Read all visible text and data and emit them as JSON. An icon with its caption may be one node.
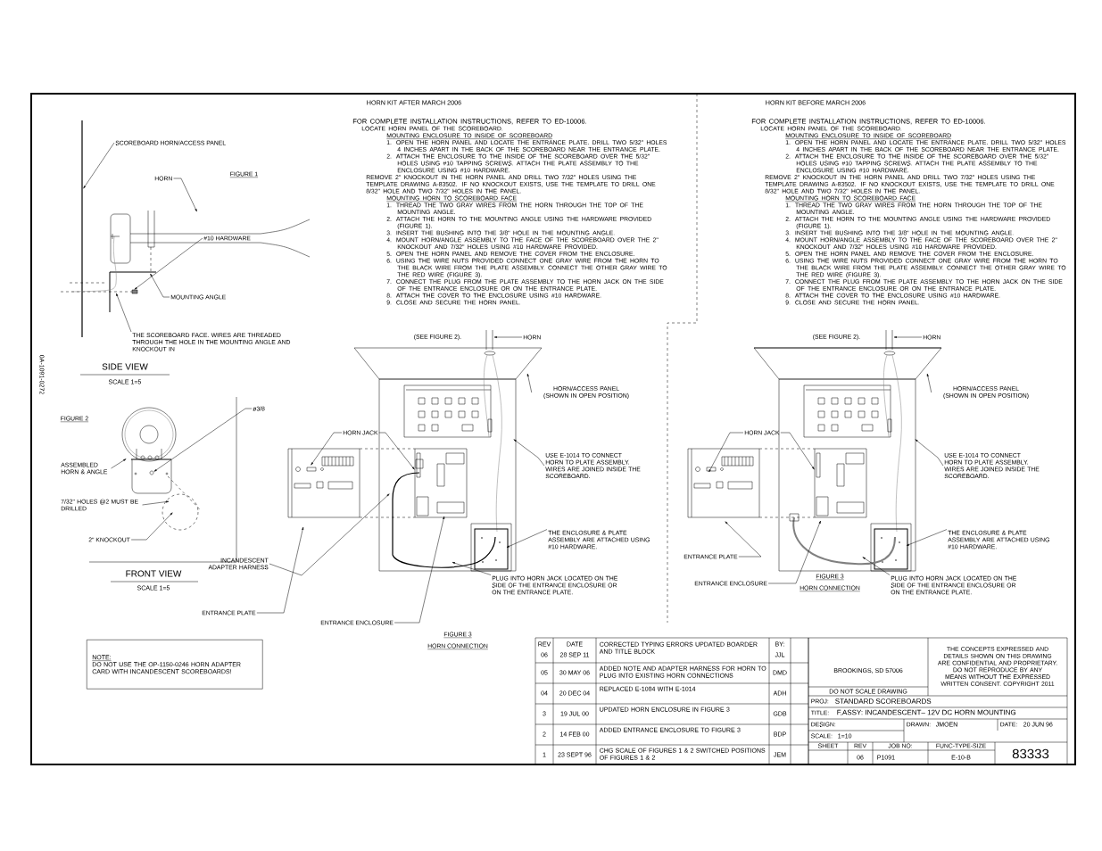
{
  "diagram": {
    "nodes": [
      {
        "text": [
          "SCOREBOARD HORN/ACCESS PANEL"
        ]
      },
      {
        "text": [
          "HORN"
        ]
      },
      {
        "text": [
          "#10 HARDWARE"
        ]
      },
      {
        "text": [
          "MOUNTING ANGLE"
        ]
      },
      {
        "text": [
          "THE SCOREBOARD FACE. WIRES ARE THREADED THROUGH THE HOLE IN THE MOUNTING ANGLE AND KNOCKOUT IN"
        ]
      },
      {
        "text": [
          "ø3/8"
        ]
      },
      {
        "text": [
          "ASSEMBLED HORN & ANGLE"
        ]
      },
      {
        "text": [
          "7/32\" HOLES @2 MUST BE DRILLED"
        ]
      },
      {
        "text": [
          "2\" KNOCKOUT"
        ]
      },
      {
        "text": [
          "ENTRANCE PLATE"
        ]
      },
      {
        "text": [
          "NOTE:",
          "DO NOT USE THE OP-1150-0246 HORN ADAPTER CARD WITH INCANDESCENT SCOREBOARDS!"
        ]
      },
      {
        "text": [
          "HORN JACK"
        ]
      },
      {
        "text": [
          "HORN"
        ]
      },
      {
        "text": [
          "HORN/ACCESS PANEL (SHOWN IN OPEN POSITION)"
        ]
      },
      {
        "text": [
          "USE E-1014 TO CONNECT HORN TO PLATE ASSEMBLY. WIRES ARE JOINED INSIDE THE SCOREBOARD."
        ]
      },
      {
        "text": [
          "INCANDESCENT ADAPTER HARNESS"
        ]
      },
      {
        "text": [
          "THE ENCLOSURE & PLATE ASSEMBLY ARE ATTACHED USING #10 HARDWARE."
        ]
      },
      {
        "text": [
          "PLUG INTO HORN JACK LOCATED ON THE SIDE OF THE ENTRANCE ENCLOSURE OR ON THE ENTRANCE PLATE."
        ]
      },
      {
        "text": [
          "ENTRANCE ENCLOSURE"
        ]
      },
      {
        "text": [
          "HORN"
        ]
      },
      {
        "text": [
          "HORN/ACCESS PANEL (SHOWN IN OPEN POSITION)"
        ]
      },
      {
        "text": [
          "HORN JACK"
        ]
      },
      {
        "text": [
          "USE E-1014 TO CONNECT HORN TO PLATE ASSEMBLY. WIRES ARE JOINED INSIDE THE SCOREBOARD."
        ]
      },
      {
        "text": [
          "THE ENCLOSURE & PLATE ASSEMBLY ARE ATTACHED USING #10 HARDWARE."
        ]
      },
      {
        "text": [
          "ENTRANCE PLATE"
        ]
      },
      {
        "text": [
          "PLUG INTO HORN JACK LOCATED ON THE SIDE OF THE ENTRANCE ENCLOSURE OR ON THE ENTRANCE PLATE."
        ]
      },
      {
        "text": [
          "ENTRANCE ENCLOSURE"
        ]
      }
    ],
    "edges": [
      {
        "from": 0,
        "to": null,
        "arrow": "to"
      },
      {
        "from": 1,
        "to": null,
        "arrow": "to"
      },
      {
        "from": 2,
        "to": null,
        "arrow": "to"
      },
      {
        "from": 3,
        "to": null,
        "arrow": "to"
      },
      {
        "from": 4,
        "to": null,
        "arrow": "to"
      },
      {
        "from": 5,
        "to": null,
        "arrow": "to"
      },
      {
        "from": 6,
        "to": null,
        "arrow": "to"
      },
      {
        "from": 7,
        "to": null,
        "arrow": "to"
      },
      {
        "from": 8,
        "to": null,
        "arrow": "to"
      },
      {
        "from": 9,
        "to": null,
        "arrow": "to"
      },
      {
        "from": 11,
        "to": null,
        "arrow": "to"
      },
      {
        "from": 11,
        "to": null,
        "arrow": "to"
      },
      {
        "from": 12,
        "to": null,
        "arrow": "to"
      },
      {
        "from": 13,
        "to": null,
        "arrow": "to"
      },
      {
        "from": 14,
        "to": null,
        "arrow": "to"
      },
      {
        "from": 15,
        "to": null,
        "arrow": "to"
      },
      {
        "from": 16,
        "to": null,
        "arrow": "to"
      },
      {
        "from": 17,
        "to": null,
        "arrow": "to"
      },
      {
        "from": 18,
        "to": null,
        "arrow": "to"
      },
      {
        "from": 19,
        "to": null,
        "arrow": "to"
      },
      {
        "from": 20,
        "to": null,
        "arrow": "to"
      },
      {
        "from": 21,
        "to": null,
        "arrow": "to"
      },
      {
        "from": 21,
        "to": null,
        "arrow": "to"
      },
      {
        "from": 22,
        "to": null,
        "arrow": "to"
      },
      {
        "from": 23,
        "to": null,
        "arrow": "to"
      },
      {
        "from": 24,
        "to": null,
        "arrow": "to"
      },
      {
        "from": 25,
        "to": null,
        "arrow": "to"
      },
      {
        "from": 26,
        "to": null,
        "arrow": "to"
      }
    ],
    "labels": [
      "HORN KIT AFTER MARCH 2006",
      "FOR COMPLETE INSTALLATION INSTRUCTIONS, REFER TO ED-10006.",
      "LOCATE HORN PANEL OF THE SCOREBOARD.",
      "MOUNTING ENCLOSURE TO INSIDE OF SCOREBOARD",
      "1. OPEN THE HORN PANEL AND LOCATE THE ENTRANCE PLATE. DRILL TWO 5/32\" HOLES 4 INCHES APART IN THE BACK OF THE SCOREBOARD NEAR THE ENTRANCE PLATE.",
      "2. ATTACH THE ENCLOSURE TO THE INSIDE OF THE SCOREBOARD OVER THE 5/32\" HOLES USING #10 TAPPING SCREWS. ATTACH THE PLATE ASSEMBLY TO THE ENCLOSURE USING #10 HARDWARE.",
      "REMOVE 2\" KNOCKOUT IN THE HORN PANEL AND DRILL TWO 7/32\" HOLES USING THE TEMPLATE DRAWING A-83502. IF NO KNOCKOUT EXISTS, USE THE TEMPLATE TO DRILL ONE 8/32\" HOLE AND TWO 7/32\" HOLES IN THE PANEL.",
      "MOUNTING HORN TO SCOREBOARD FACE",
      "1. THREAD THE TWO GRAY WIRES FROM THE HORN THROUGH THE TOP OF THE MOUNTING ANGLE.",
      "2. ATTACH THE HORN TO THE MOUNTING ANGLE USING THE HARDWARE PROVIDED (FIGURE 1).",
      "3. INSERT THE BUSHING INTO THE 3/8\" HOLE IN THE MOUNTING ANGLE.",
      "4. MOUNT HORN/ANGLE ASSEMBLY TO THE FACE OF THE SCOREBOARD OVER THE 2\" KNOCKOUT AND 7/32\" HOLES USING #10 HARDWARE PROVIDED.",
      "5. OPEN THE HORN PANEL AND REMOVE THE COVER FROM THE ENCLOSURE.",
      "6. USING THE WIRE NUTS PROVIDED CONNECT ONE GRAY WIRE FROM THE HORN TO THE BLACK WIRE FROM THE PLATE ASSEMBLY. CONNECT THE OTHER GRAY WIRE TO THE RED WIRE (FIGURE 3).",
      "7. CONNECT THE PLUG FROM THE PLATE ASSEMBLY TO THE HORN JACK ON THE SIDE OF THE ENTRANCE ENCLOSURE OR ON THE ENTRANCE PLATE.",
      "8. ATTACH THE COVER TO THE ENCLOSURE USING #10 HARDWARE.",
      "9. CLOSE AND SECURE THE HORN PANEL.",
      "HORN KIT BEFORE MARCH 2006",
      "FOR COMPLETE INSTALLATION INSTRUCTIONS, REFER TO ED-10006.",
      "LOCATE HORN PANEL OF THE SCOREBOARD.",
      "MOUNTING ENCLOSURE TO INSIDE OF SCOREBOARD",
      "1. OPEN THE HORN PANEL AND LOCATE THE ENTRANCE PLATE. DRILL TWO 5/32\" HOLES 4 INCHES APART IN THE BACK OF THE SCOREBOARD NEAR THE ENTRANCE PLATE.",
      "2. ATTACH THE ENCLOSURE TO THE INSIDE OF THE SCOREBOARD OVER THE 5/32\" HOLES USING #10 TAPPING SCREWS. ATTACH THE PLATE ASSEMBLY TO THE ENCLOSURE USING #10 HARDWARE.",
      "REMOVE 2\" KNOCKOUT IN THE HORN PANEL AND DRILL TWO 7/32\" HOLES USING THE TEMPLATE DRAWING A-83502. IF NO KNOCKOUT EXISTS, USE THE TEMPLATE TO DRILL ONE 8/32\" HOLE AND TWO 7/32\" HOLES IN THE PANEL.",
      "MOUNTING HORN TO SCOREBOARD FACE",
      "1. THREAD THE TWO GRAY WIRES FROM THE HORN THROUGH THE TOP OF THE MOUNTING ANGLE.",
      "2. ATTACH THE HORN TO THE MOUNTING ANGLE USING THE HARDWARE PROVIDED (FIGURE 1).",
      "3. INSERT THE BUSHING INTO THE 3/8\" HOLE IN THE MOUNTING ANGLE.",
      "4. MOUNT HORN/ANGLE ASSEMBLY TO THE FACE OF THE SCOREBOARD OVER THE 2\" KNOCKOUT AND 7/32\" HOLES USING #10 HARDWARE PROVIDED.",
      "5. OPEN THE HORN PANEL AND REMOVE THE COVER FROM THE ENCLOSURE.",
      "6. USING THE WIRE NUTS PROVIDED CONNECT ONE GRAY WIRE FROM THE HORN TO THE BLACK WIRE FROM THE PLATE ASSEMBLY. CONNECT THE OTHER GRAY WIRE TO THE RED WIRE (FIGURE 3).",
      "7. CONNECT THE PLUG FROM THE PLATE ASSEMBLY TO THE HORN JACK ON THE SIDE OF THE ENTRANCE ENCLOSURE OR ON THE ENTRANCE PLATE.",
      "8. ATTACH THE COVER TO THE ENCLOSURE USING #10 HARDWARE.",
      "9. CLOSE AND SECURE THE HORN PANEL.",
      "FIGURE 1",
      "SIDE VIEW",
      "SCALE 1=5",
      "0A-1091-0272",
      "FIGURE 2",
      "FRONT VIEW",
      "SCALE 1=5",
      "(SEE FIGURE 2).",
      "FIGURE 3",
      "HORN CONNECTION",
      "(SEE FIGURE 2).",
      "FIGURE 3",
      "HORN CONNECTION",
      "REV",
      "06",
      "DATE",
      "28 SEP 11",
      "CORRECTED TYPING ERRORS UPDATED BOARDER AND TITLE BLOCK",
      "BY:",
      "JJL",
      "05",
      "30 MAY 06",
      "ADDED NOTE AND ADAPTER HARNESS FOR HORN TO PLUG INTO EXISTING HORN CONNECTIONS",
      "DMD",
      "04",
      "20 DEC 04",
      "REPLACED E-1084 WITH E-1014",
      "ADH",
      "3",
      "19 JUL 00",
      "UPDATED HORN ENCLOSURE IN FIGURE 3",
      "GDB",
      "2",
      "14 FEB 00",
      "ADDED ENTRANCE ENCLOSURE TO FIGURE 3",
      "BDP",
      "1",
      "23 SEPT 96",
      "CHG SCALE OF FIGURES 1 & 2 SWITCHED POSITIONS OF FIGURES 1 & 2",
      "JEM",
      "BROOKINGS, SD 57006",
      "DO NOT SCALE DRAWING",
      "THE CONCEPTS EXPRESSED AND DETAILS SHOWN ON THIS DRAWING ARE CONFIDENTIAL AND PROPRIETARY. DO NOT REPRODUCE BY ANY MEANS WITHOUT THE EXPRESSED WRITTEN CONSENT. COPYRIGHT 2011",
      "PROJ:",
      "STANDARD SCOREBOARDS",
      "TITLE:",
      "F,ASSY: INCANDESCENT– 12V DC HORN MOUNTING",
      "DESIGN:",
      "DRAWN:",
      "JMOEN",
      "DATE:",
      "20 JUN 96",
      "SCALE:",
      "1=10",
      "SHEET",
      "REV",
      "JOB NO:",
      "FUNC-TYPE-SIZE",
      "06",
      "P1091",
      "E-10-B",
      "83333"
    ]
  }
}
